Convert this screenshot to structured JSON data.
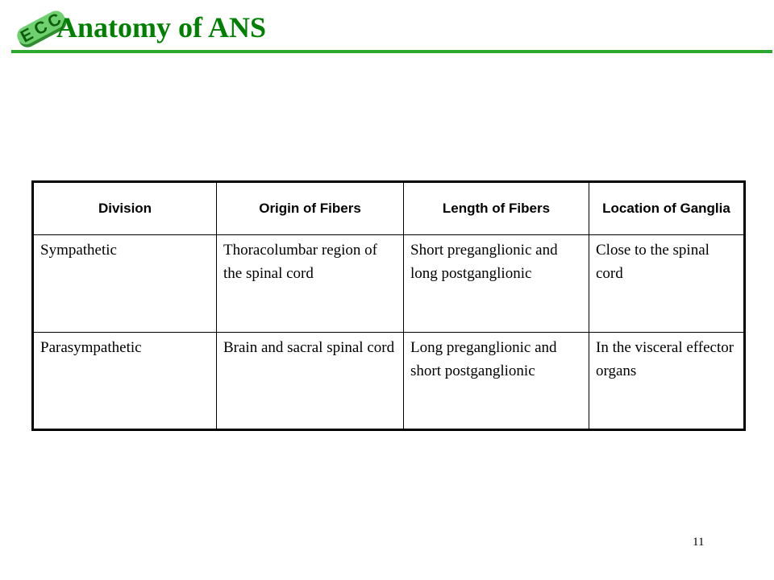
{
  "header": {
    "title": "Anatomy of ANS",
    "brand_color": "#008000",
    "rule_color": "#2fa82f",
    "logo_letters": "ECC"
  },
  "table": {
    "columns": [
      "Division",
      "Origin of Fibers",
      "Length of Fibers",
      "Location of Ganglia"
    ],
    "rows": [
      [
        "Sympathetic",
        "Thoracolumbar region of the spinal cord",
        "Short preganglionic and long postganglionic",
        "Close to the spinal cord"
      ],
      [
        "Parasympathetic",
        "Brain and sacral spinal cord",
        "Long preganglionic and short postganglionic",
        "In the visceral effector organs"
      ]
    ]
  },
  "footer": {
    "page_number": "11"
  }
}
